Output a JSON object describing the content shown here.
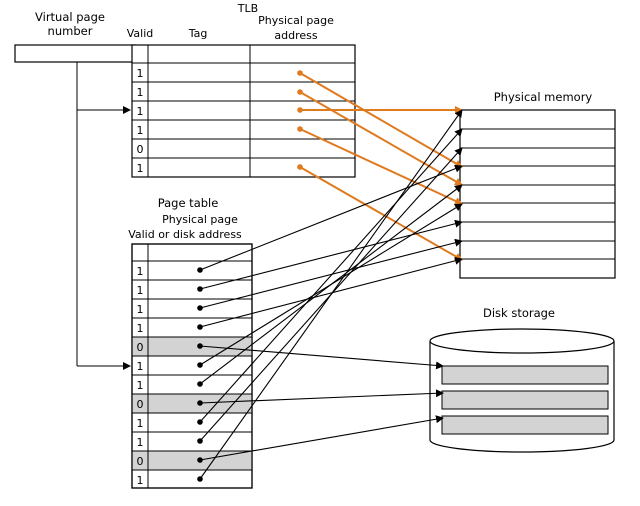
{
  "labels": {
    "virtual_page_number_line1": "Virtual page",
    "virtual_page_number_line2": "number",
    "tlb": "TLB",
    "tlb_valid": "Valid",
    "tlb_tag": "Tag",
    "tlb_phys_line1": "Physical page",
    "tlb_phys_line2": "address",
    "physical_memory": "Physical memory",
    "page_table": "Page table",
    "pt_phys_line1": "Physical page",
    "pt_header_line2": "Valid or disk address",
    "disk_storage": "Disk storage"
  },
  "tlb_valid_bits": [
    "",
    "1",
    "1",
    "1",
    "1",
    "0",
    "1"
  ],
  "page_table_valid_bits": [
    "1",
    "1",
    "1",
    "1",
    "0",
    "1",
    "1",
    "0",
    "1",
    "1",
    "0",
    "1"
  ],
  "colors": {
    "tlb_arrow": "#e07a1f",
    "page_table_arrow": "#000000",
    "shaded_row": "#d3d3d3",
    "disk_block": "#d3d3d3"
  }
}
